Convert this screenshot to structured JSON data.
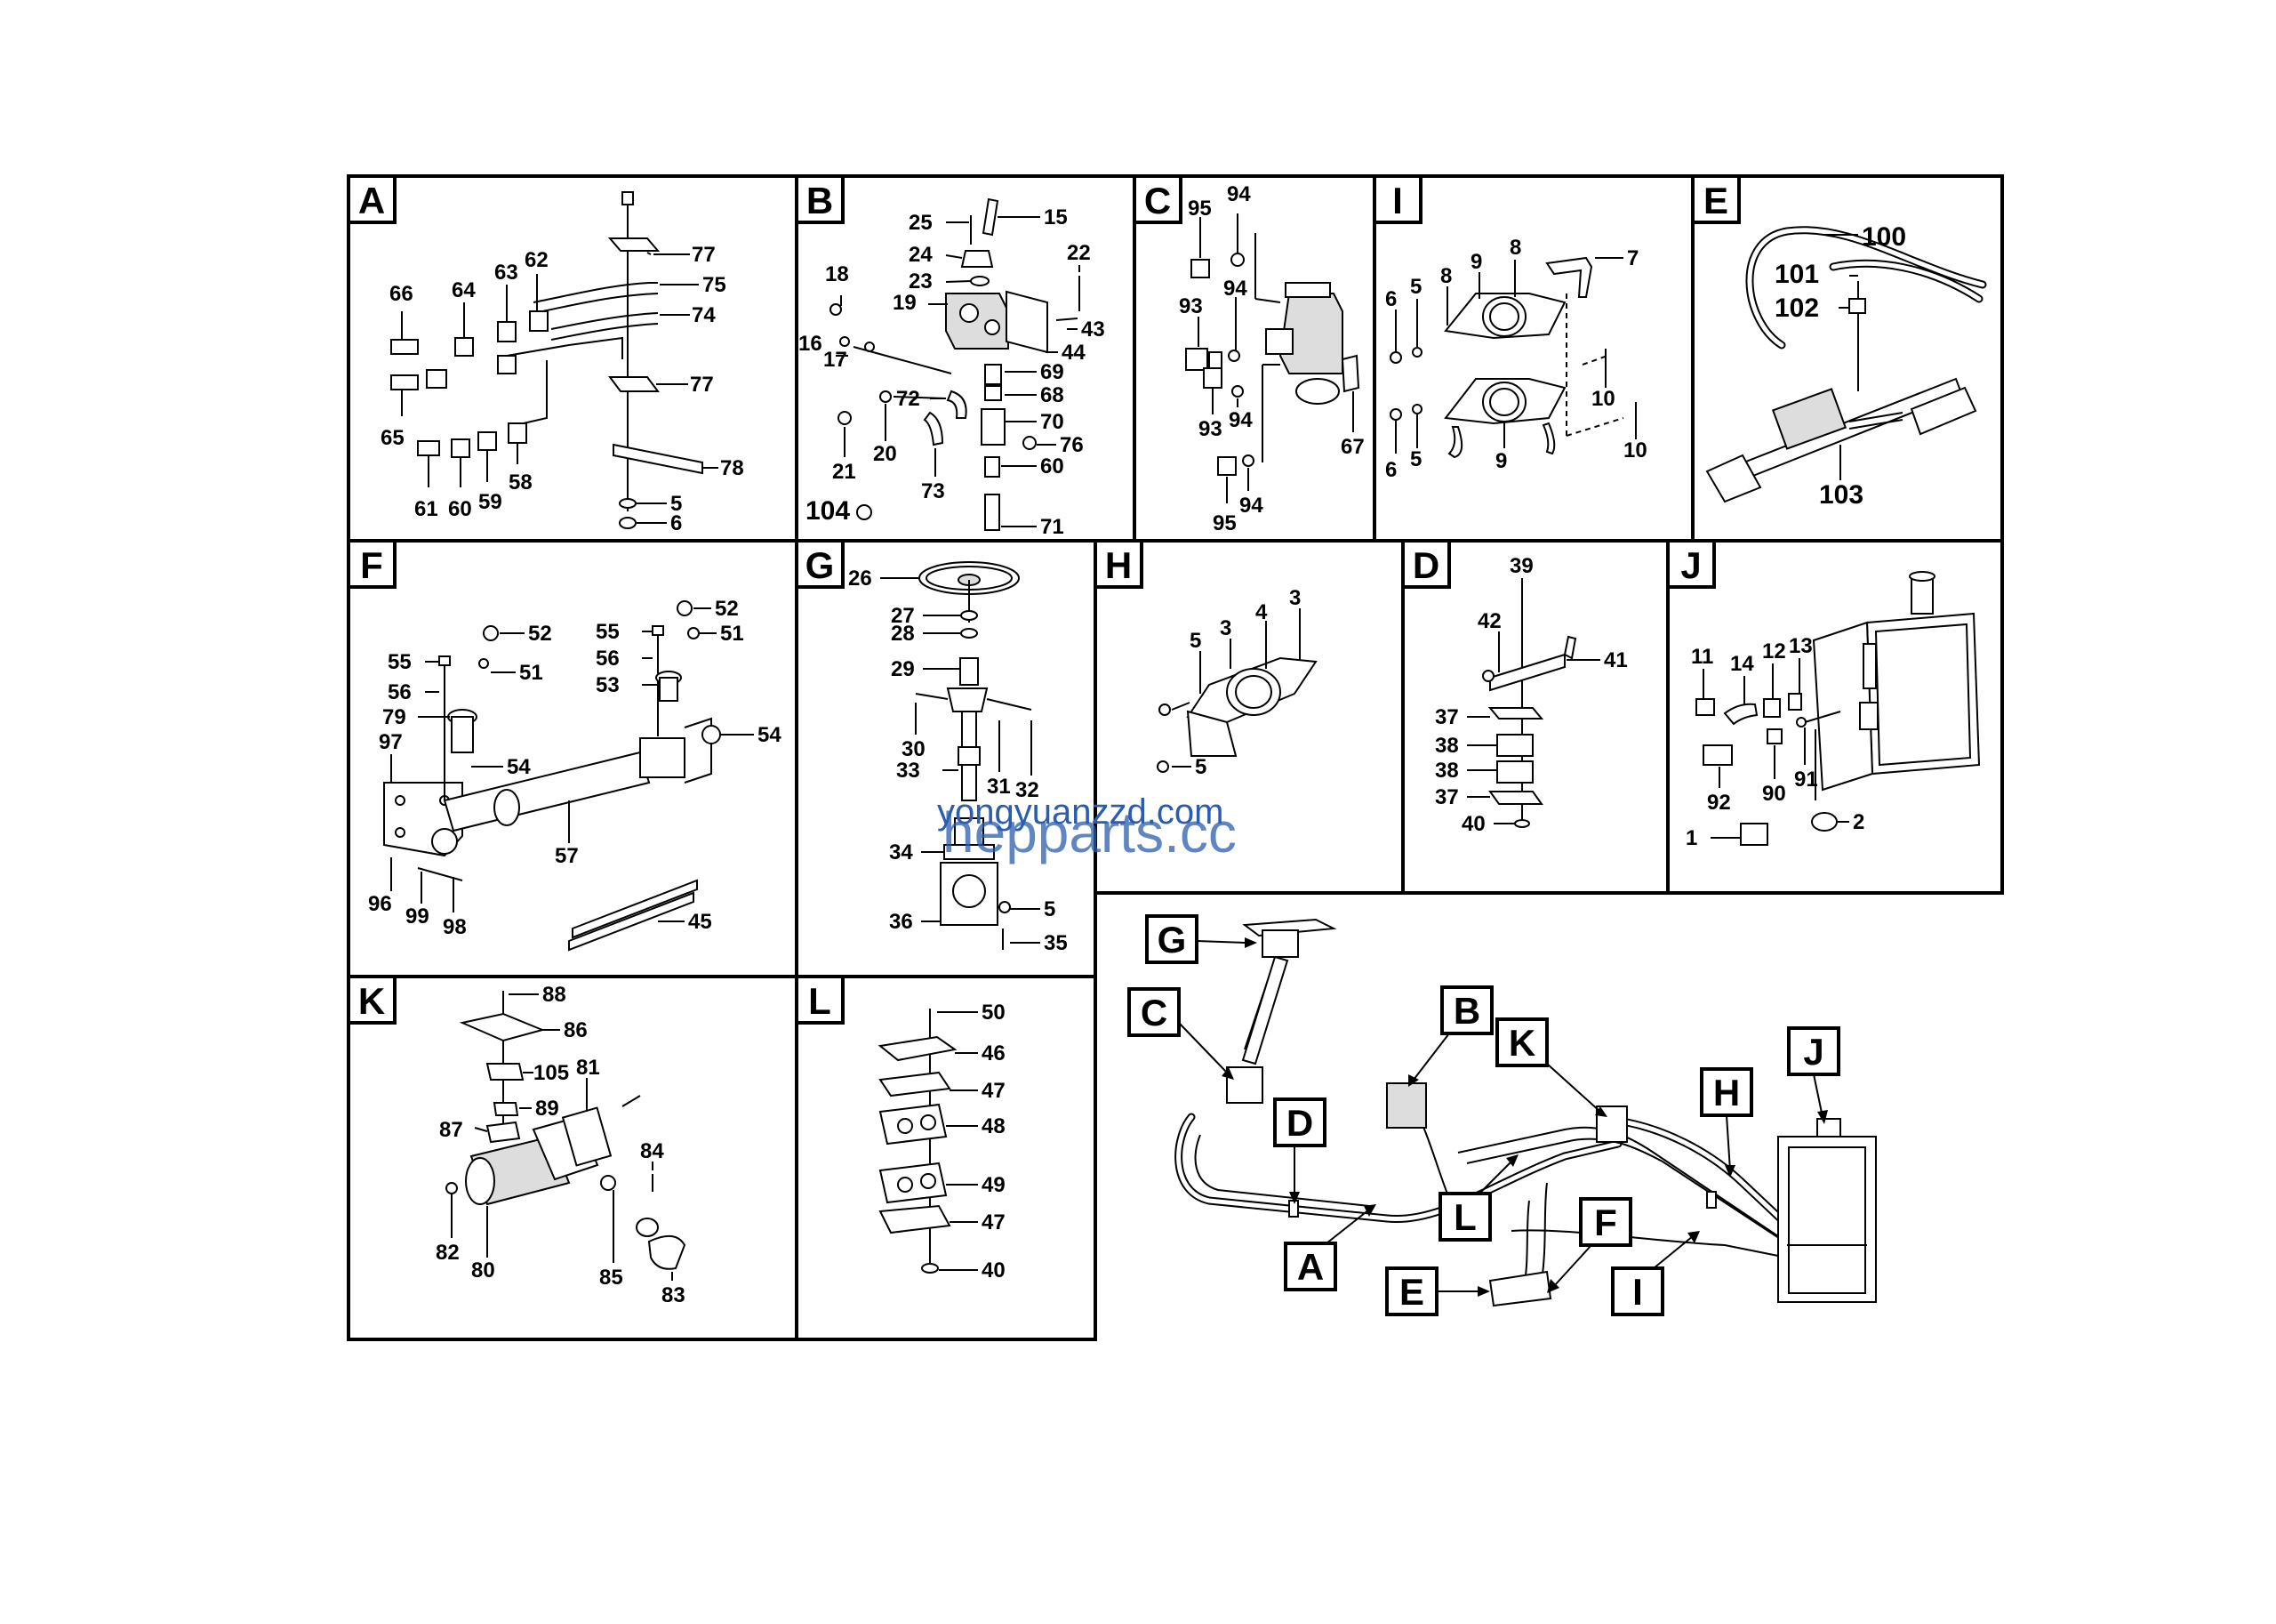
{
  "panels": [
    {
      "key": "A",
      "tag": "A",
      "labels": [
        "77",
        "75",
        "74",
        "77",
        "78",
        "5",
        "6",
        "66",
        "64",
        "63",
        "62",
        "65",
        "61",
        "60",
        "59",
        "58"
      ]
    },
    {
      "key": "B",
      "tag": "B",
      "labels": [
        "25",
        "15",
        "24",
        "23",
        "18",
        "19",
        "22",
        "43",
        "16",
        "17",
        "44",
        "69",
        "68",
        "72",
        "70",
        "76",
        "60",
        "20",
        "21",
        "73",
        "104",
        "71"
      ]
    },
    {
      "key": "C",
      "tag": "C",
      "labels": [
        "95",
        "94",
        "94",
        "93",
        "94",
        "93",
        "95",
        "94",
        "67"
      ]
    },
    {
      "key": "I",
      "tag": "I",
      "labels": [
        "8",
        "7",
        "6",
        "5",
        "8",
        "9",
        "10",
        "10",
        "6",
        "5",
        "9"
      ]
    },
    {
      "key": "E",
      "tag": "E",
      "labels": [
        "100",
        "101",
        "102",
        "103"
      ]
    },
    {
      "key": "F",
      "tag": "F",
      "labels": [
        "52",
        "51",
        "55",
        "56",
        "53",
        "55",
        "52",
        "51",
        "56",
        "79",
        "97",
        "54",
        "54",
        "57",
        "96",
        "99",
        "98",
        "45"
      ]
    },
    {
      "key": "G",
      "tag": "G",
      "labels": [
        "26",
        "27",
        "28",
        "29",
        "30",
        "31",
        "33",
        "32",
        "34",
        "36",
        "5",
        "35"
      ]
    },
    {
      "key": "H",
      "tag": "H",
      "labels": [
        "4",
        "3",
        "3",
        "5",
        "5"
      ]
    },
    {
      "key": "D",
      "tag": "D",
      "labels": [
        "39",
        "42",
        "41",
        "37",
        "38",
        "38",
        "37",
        "40"
      ]
    },
    {
      "key": "J",
      "tag": "J",
      "labels": [
        "11",
        "14",
        "12",
        "13",
        "92",
        "90",
        "91",
        "1",
        "2"
      ]
    },
    {
      "key": "K",
      "tag": "K",
      "labels": [
        "88",
        "86",
        "105",
        "81",
        "89",
        "87",
        "84",
        "82",
        "80",
        "85",
        "83"
      ]
    },
    {
      "key": "L",
      "tag": "L",
      "labels": [
        "50",
        "46",
        "47",
        "48",
        "49",
        "47",
        "40"
      ]
    }
  ],
  "map_tags": [
    "G",
    "C",
    "B",
    "K",
    "D",
    "H",
    "J",
    "L",
    "F",
    "A",
    "E",
    "I"
  ],
  "watermark": {
    "line1": "yongyuanzzd.com",
    "line2": "hepparts.cc"
  }
}
